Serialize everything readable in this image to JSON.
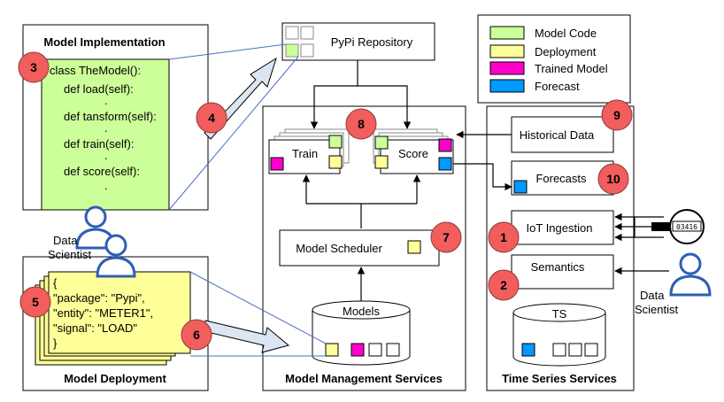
{
  "panels": {
    "implementation_title": "Model Implementation",
    "deployment_title": "Model Deployment",
    "management_title": "Model Management Services",
    "timeseries_title": "Time Series Services"
  },
  "code_lines": [
    "class TheModel():",
    "def load(self):",
    ".",
    "def tansform(self):",
    ".",
    "def train(self):",
    ".",
    "def score(self):",
    "."
  ],
  "config_lines": [
    "{",
    "\"package\": \"Pypi\",",
    "\"entity\": \"METER1\",",
    "\"signal\": \"LOAD\"",
    "}"
  ],
  "repository_label": "PyPi Repository",
  "train_label": "Train",
  "score_label": "Score",
  "scheduler_label": "Model Scheduler",
  "models_label": "Models",
  "ts_label": "TS",
  "historical_label": "Historical Data",
  "forecasts_label": "Forecasts",
  "iot_label": "IoT Ingestion",
  "semantics_label": "Semantics",
  "data_scientist_lines": [
    "Data",
    "Scientist"
  ],
  "meter_reading": "03416",
  "legend": [
    {
      "label": "Model Code",
      "color": "#ccff99"
    },
    {
      "label": "Deployment",
      "color": "#ffff99"
    },
    {
      "label": "Trained Model",
      "color": "#ff00cc"
    },
    {
      "label": "Forecast",
      "color": "#0099ff"
    }
  ],
  "step_badges": [
    "1",
    "2",
    "3",
    "4",
    "5",
    "6",
    "7",
    "8",
    "9",
    "10"
  ],
  "colors": {
    "badge": "#f25d5d",
    "code_green": "#ccff99",
    "deploy_yellow": "#ffff99",
    "trained_magenta": "#ff00cc",
    "forecast_blue": "#0099ff",
    "person_blue": "#2e5fb4"
  }
}
